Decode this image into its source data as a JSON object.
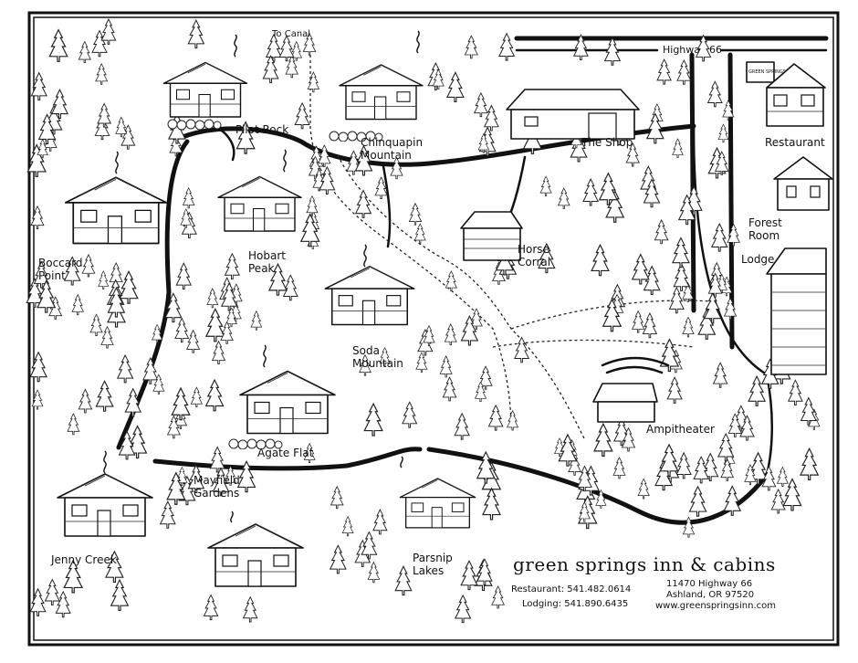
{
  "map": {
    "title": "green springs inn & cabins",
    "contact": {
      "restaurant": "Restaurant: 541.482.0614",
      "lodging": "Lodging: 541.890.6435",
      "address_line1": "11470 Highway 66",
      "address_line2": "Ashland, OR 97520",
      "website": "www.greenspringsinn.com"
    },
    "roads": {
      "highway": "Highway 66",
      "to_canal": "To Canal"
    },
    "restaurant_sign": "GREEN SPRINGS INN",
    "locations": [
      {
        "id": "pilot-rock",
        "lines": [
          "Pilot Rock"
        ]
      },
      {
        "id": "chinquapin-mountain",
        "lines": [
          "Chinquapin",
          "Mountain"
        ]
      },
      {
        "id": "the-shop",
        "lines": [
          "The Shop"
        ]
      },
      {
        "id": "restaurant",
        "lines": [
          "Restaurant"
        ]
      },
      {
        "id": "forest-room",
        "lines": [
          "Forest",
          "Room"
        ]
      },
      {
        "id": "lodge",
        "lines": [
          "Lodge"
        ]
      },
      {
        "id": "boccard-point",
        "lines": [
          "Boccard",
          "Point"
        ]
      },
      {
        "id": "hobart-peak",
        "lines": [
          "Hobart",
          "Peak"
        ]
      },
      {
        "id": "horse-corral",
        "lines": [
          "Horse",
          "Corral"
        ]
      },
      {
        "id": "soda-mountain",
        "lines": [
          "Soda",
          "Mountain"
        ]
      },
      {
        "id": "agate-flat",
        "lines": [
          "Agate Flat"
        ]
      },
      {
        "id": "amphitheater",
        "lines": [
          "Ampitheater"
        ]
      },
      {
        "id": "mayfield-gardens",
        "lines": [
          "Mayfield",
          "Gardens"
        ]
      },
      {
        "id": "jenny-creek",
        "lines": [
          "Jenny Creek"
        ]
      },
      {
        "id": "parsnip-lakes",
        "lines": [
          "Parsnip",
          "Lakes"
        ]
      }
    ]
  }
}
